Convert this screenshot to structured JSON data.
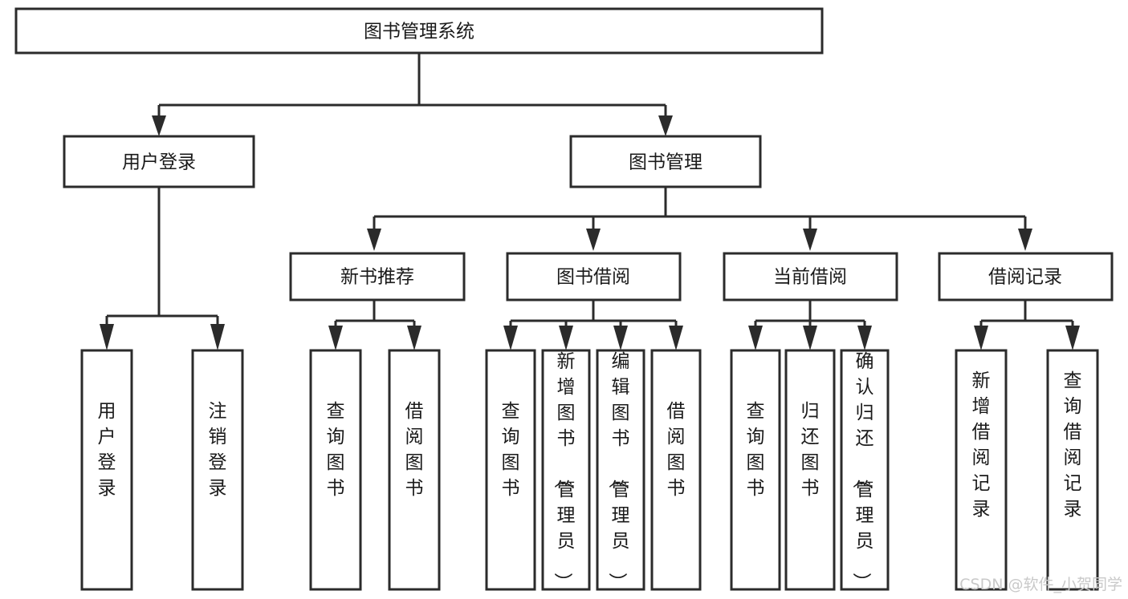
{
  "diagram": {
    "type": "tree",
    "orientation": "top-down",
    "root_label": "图书管理系统",
    "colors": {
      "background": "#ffffff",
      "box_fill": "#ffffff",
      "box_stroke": "#2b2b2b",
      "text": "#1a1a1a",
      "connector": "#2b2b2b",
      "watermark": "#c9c9c9"
    }
  },
  "root": {
    "label": "图书管理系统"
  },
  "level1": [
    {
      "label": "用户登录"
    },
    {
      "label": "图书管理"
    }
  ],
  "level2": [
    {
      "label": "新书推荐"
    },
    {
      "label": "图书借阅"
    },
    {
      "label": "当前借阅"
    },
    {
      "label": "借阅记录"
    }
  ],
  "leaves": {
    "user_login": [
      {
        "label": "用户登录"
      },
      {
        "label": "注销登录"
      }
    ],
    "new_book_recommend": [
      {
        "label": "查询图书"
      },
      {
        "label": "借阅图书"
      }
    ],
    "book_borrow": [
      {
        "label": "查询图书"
      },
      {
        "label": "新增图书（管理员）"
      },
      {
        "label": "编辑图书（管理员）"
      },
      {
        "label": "借阅图书"
      }
    ],
    "current_borrow": [
      {
        "label": "查询图书"
      },
      {
        "label": "归还图书"
      },
      {
        "label": "确认归还（管理员）"
      }
    ],
    "borrow_record": [
      {
        "label": "新增借阅记录"
      },
      {
        "label": "查询借阅记录"
      }
    ]
  },
  "watermark": {
    "text": "CSDN @软件_小贺同学"
  }
}
